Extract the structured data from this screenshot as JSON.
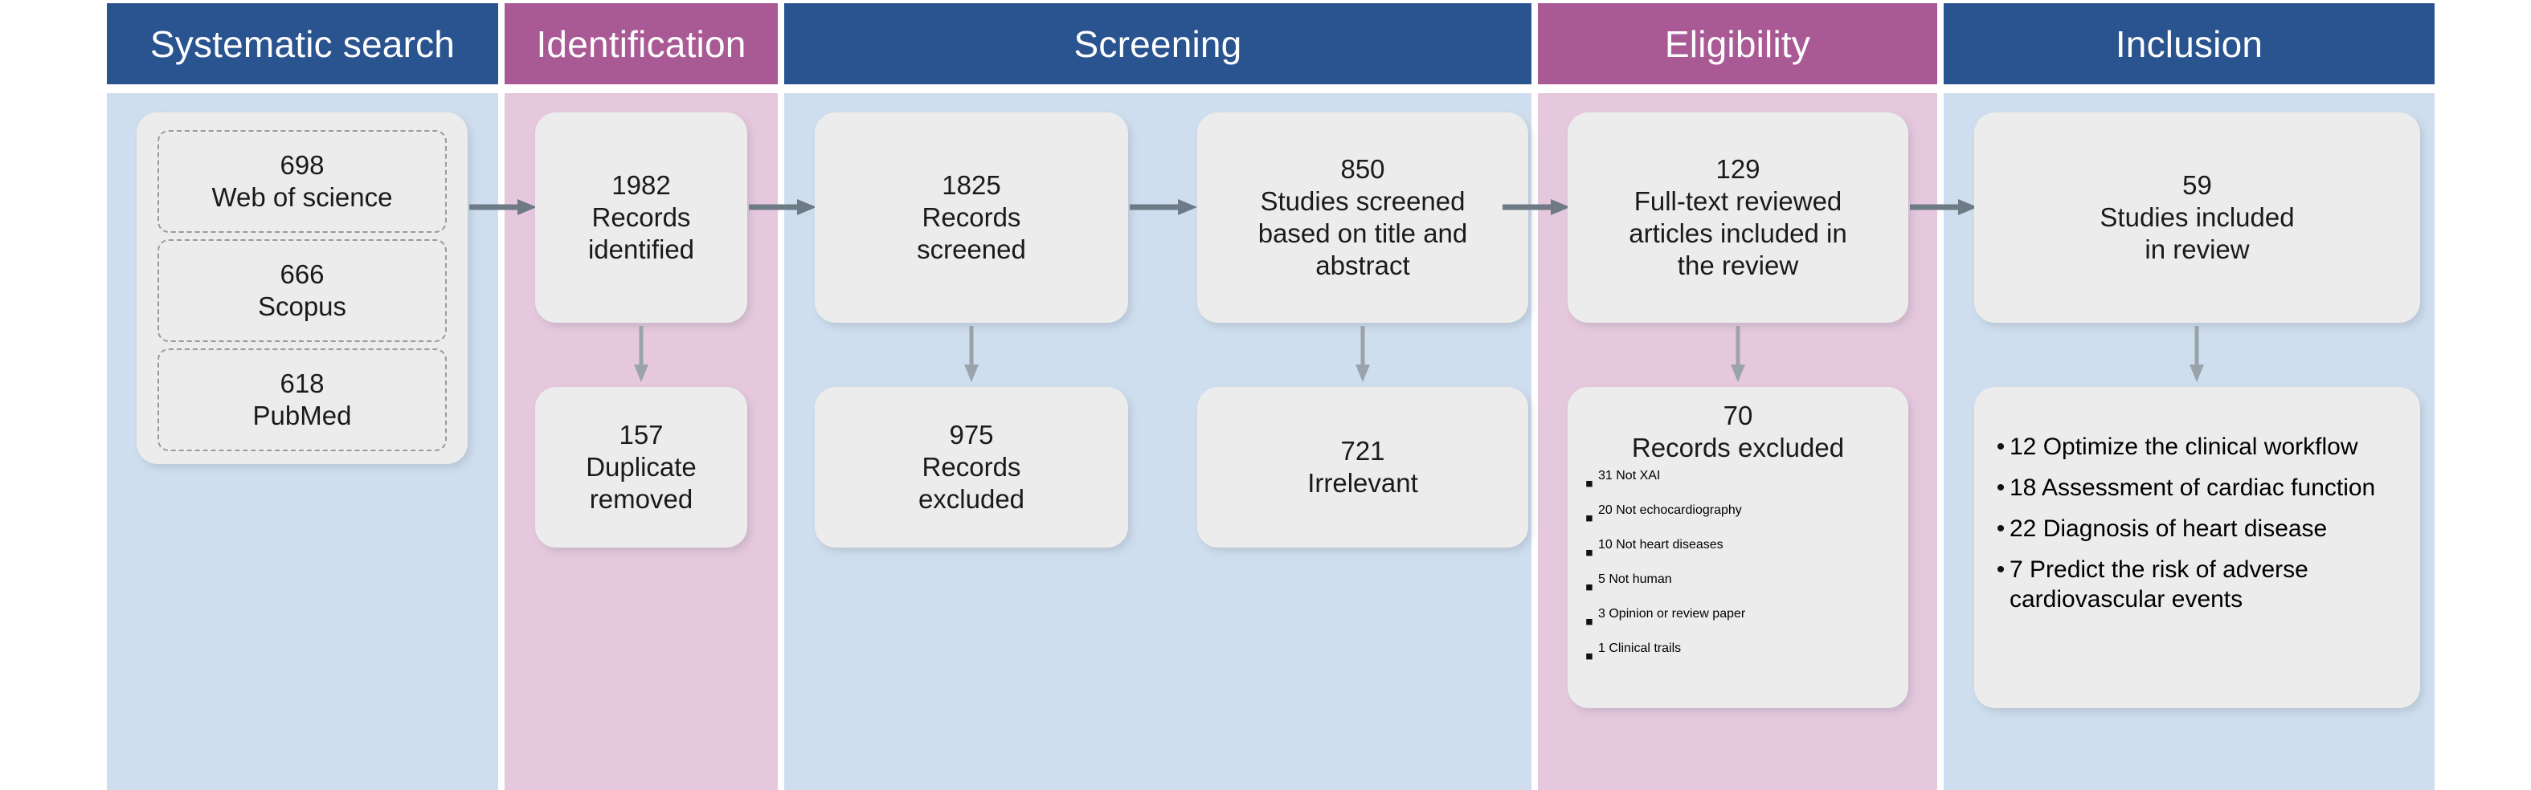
{
  "diagram": {
    "type": "prisma-flow",
    "colors": {
      "header_blue": "#2a5490",
      "header_magenta": "#a95a95",
      "panel_blue": "#cfdeee",
      "panel_magenta": "#e6c8de",
      "card": "#ececec",
      "arrow": "#6e7a85",
      "dashed_border": "#9a9a9a",
      "text": "#1a1a1a",
      "header_text": "#ffffff"
    },
    "columns": [
      {
        "id": "systematic-search",
        "label": "Systematic search",
        "accent": "blue"
      },
      {
        "id": "identification",
        "label": "Identification",
        "accent": "magenta"
      },
      {
        "id": "screening",
        "label": "Screening",
        "accent": "blue"
      },
      {
        "id": "eligibility",
        "label": "Eligibility",
        "accent": "magenta"
      },
      {
        "id": "inclusion",
        "label": "Inclusion",
        "accent": "blue"
      }
    ],
    "systematic_search": {
      "sources": [
        {
          "count": "698",
          "name": "Web of science"
        },
        {
          "count": "666",
          "name": "Scopus"
        },
        {
          "count": "618",
          "name": "PubMed"
        }
      ]
    },
    "identification": {
      "top": {
        "count": "1982",
        "line1": "Records",
        "line2": "identified"
      },
      "bottom": {
        "count": "157",
        "line1": "Duplicate",
        "line2": "removed"
      }
    },
    "screening": {
      "left": {
        "top": {
          "count": "1825",
          "line1": "Records",
          "line2": "screened"
        },
        "bottom": {
          "count": "975",
          "line1": "Records",
          "line2": "excluded"
        }
      },
      "right": {
        "top": {
          "count": "850",
          "line1": "Studies screened",
          "line2": "based on title and",
          "line3": "abstract"
        },
        "bottom": {
          "count": "721",
          "line1": "Irrelevant"
        }
      }
    },
    "eligibility": {
      "top": {
        "count": "129",
        "line1": "Full-text reviewed",
        "line2": "articles included in",
        "line3": "the review"
      },
      "bottom": {
        "count": "70",
        "subtitle": "Records excluded",
        "items": [
          "31 Not XAI",
          "20 Not echocardiography",
          "10 Not heart diseases",
          "5 Not human",
          "3 Opinion or review paper",
          "1 Clinical trails"
        ]
      }
    },
    "inclusion": {
      "top": {
        "count": "59",
        "line1": "Studies included",
        "line2": "in review"
      },
      "bottom": {
        "items": [
          "12 Optimize the clinical workflow",
          "18 Assessment of cardiac function",
          "22 Diagnosis of heart disease",
          "7 Predict the risk of adverse cardiovascular events"
        ]
      }
    }
  }
}
